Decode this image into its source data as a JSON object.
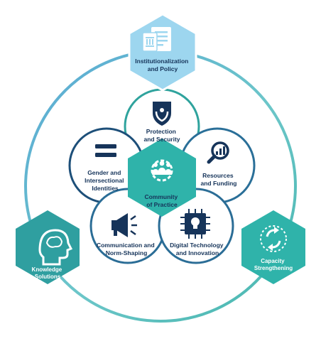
{
  "outer": {
    "top": {
      "line1": "Institutionalization",
      "line2": "and Policy",
      "icon": "documents-icon"
    },
    "left": {
      "line1": "Knowledge",
      "line2": "Solutions",
      "icon": "head-brain-icon"
    },
    "right": {
      "line1": "Capacity",
      "line2": "Strengthening",
      "icon": "cycle-arrows-icon"
    }
  },
  "petals": {
    "protection": {
      "line1": "Protection",
      "line2": "and Security",
      "icon": "shield-hands-icon"
    },
    "resources": {
      "line1": "Resources",
      "line2": "and Funding",
      "icon": "magnifier-chart-icon"
    },
    "digital": {
      "line1": "Digital Technology",
      "line2": "and Innovation",
      "icon": "chip-bulb-icon"
    },
    "communication": {
      "line1": "Communication and",
      "line2": "Norm-Shaping",
      "icon": "megaphone-icon"
    },
    "gender": {
      "line1": "Gender and",
      "line2": "Intersectional",
      "line3": "Identities",
      "icon": "equals-icon"
    }
  },
  "center": {
    "line1": "Community",
    "line2": "of Practice",
    "icon": "people-gear-icon"
  },
  "colors": {
    "navy": "#16345a",
    "teal": "#2fb3aa",
    "light_blue": "#9dd6ef",
    "outer_teal": "#38a3a5"
  }
}
